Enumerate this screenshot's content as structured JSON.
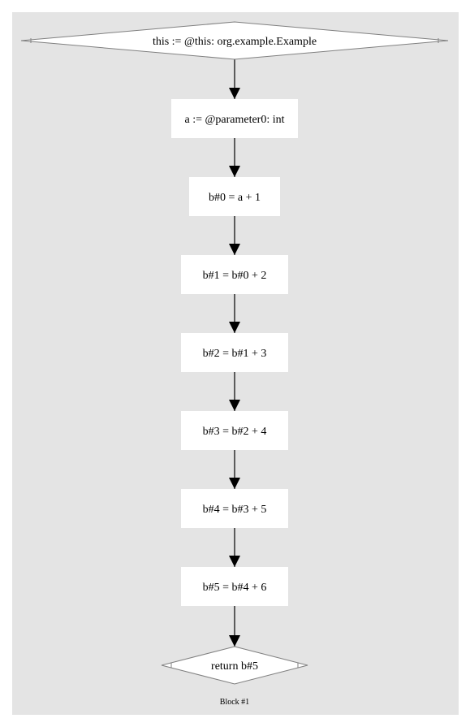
{
  "colors": {
    "cluster_background": "#e4e4e4",
    "node_fill": "#ffffff",
    "diamond_stroke": "#808080",
    "edge": "#000000",
    "text": "#000000"
  },
  "cluster": {
    "label": "Block #1"
  },
  "nodes": [
    {
      "id": "this-assignment",
      "shape": "diamond",
      "label": "this := @this: org.example.Example"
    },
    {
      "id": "param-assignment",
      "shape": "box",
      "label": "a := @parameter0: int"
    },
    {
      "id": "b0",
      "shape": "box",
      "label": "b#0 = a + 1"
    },
    {
      "id": "b1",
      "shape": "box",
      "label": "b#1 = b#0 + 2"
    },
    {
      "id": "b2",
      "shape": "box",
      "label": "b#2 = b#1 + 3"
    },
    {
      "id": "b3",
      "shape": "box",
      "label": "b#3 = b#2 + 4"
    },
    {
      "id": "b4",
      "shape": "box",
      "label": "b#4 = b#3 + 5"
    },
    {
      "id": "b5",
      "shape": "box",
      "label": "b#5 = b#4 + 6"
    },
    {
      "id": "return",
      "shape": "diamond",
      "label": "return b#5"
    }
  ],
  "edges": [
    {
      "from": "this-assignment",
      "to": "param-assignment"
    },
    {
      "from": "param-assignment",
      "to": "b0"
    },
    {
      "from": "b0",
      "to": "b1"
    },
    {
      "from": "b1",
      "to": "b2"
    },
    {
      "from": "b2",
      "to": "b3"
    },
    {
      "from": "b3",
      "to": "b4"
    },
    {
      "from": "b4",
      "to": "b5"
    },
    {
      "from": "b5",
      "to": "return"
    }
  ]
}
